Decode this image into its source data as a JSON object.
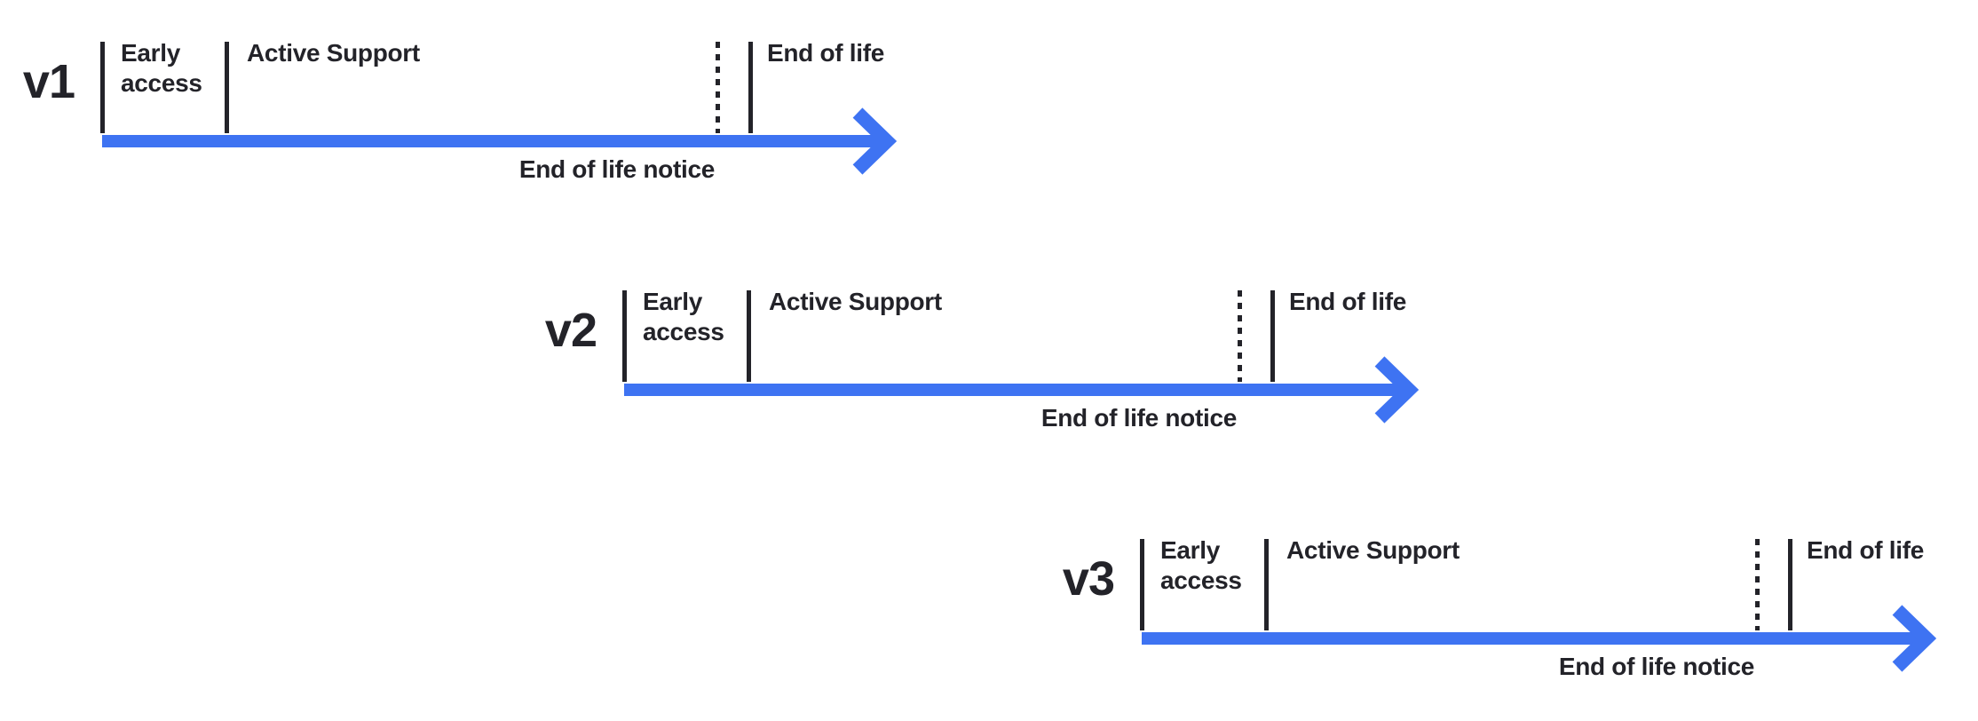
{
  "colors": {
    "background": "#ffffff",
    "ink": "#232329",
    "arrow_blue": "#3e73f2"
  },
  "timelines": [
    {
      "version": "v1",
      "phase_early": "Early access",
      "phase_active": "Active Support",
      "phase_end": "End of life",
      "notice": "End of life notice"
    },
    {
      "version": "v2",
      "phase_early": "Early access",
      "phase_active": "Active Support",
      "phase_end": "End of life",
      "notice": "End of life notice"
    },
    {
      "version": "v3",
      "phase_early": "Early access",
      "phase_active": "Active Support",
      "phase_end": "End of life",
      "notice": "End of life notice"
    }
  ]
}
